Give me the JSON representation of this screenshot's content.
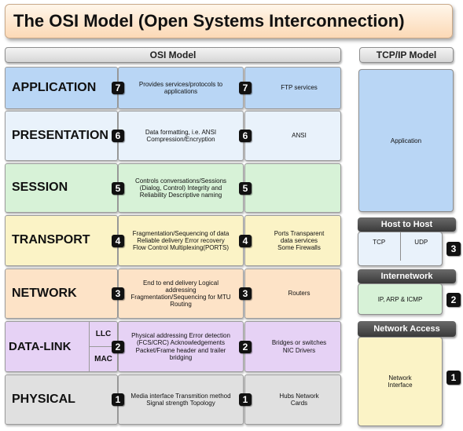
{
  "title": "The OSI Model (Open Systems Interconnection)",
  "headers": {
    "osi": "OSI Model",
    "tcpip": "TCP/IP Model"
  },
  "layers": [
    {
      "name": "APPLICATION",
      "number": "7",
      "description": "Provides services/protocols to applications",
      "examples": "FTP services",
      "color": "#b9d6f5"
    },
    {
      "name": "PRESENTATION",
      "number": "6",
      "description": "Data formatting, i.e. ANSI Compression/Encryption",
      "examples": "ANSI",
      "color": "#e9f2fb"
    },
    {
      "name": "SESSION",
      "number": "5",
      "description": "Controls conversations/Sessions (Dialog, Control) Integrity and Reliability Descriptive naming",
      "examples": "",
      "color": "#d7f2d7"
    },
    {
      "name": "TRANSPORT",
      "number": "4",
      "description": "Fragmentation/Sequencing of data Reliable delivery Error recovery Flow Control Multiplexing(PORTS)",
      "examples": "Ports Transparent data services Some Firewalls",
      "color": "#fbf3c6"
    },
    {
      "name": "NETWORK",
      "number": "3",
      "description": "End to end delivery Logical addressing Fragmentation/Sequencing for MTU Routing",
      "examples": "Routers",
      "color": "#fde3c7"
    },
    {
      "name": "DATA-LINK",
      "number": "2",
      "sublayers": [
        "LLC",
        "MAC"
      ],
      "description": "Physical addressing Error detection (FCS/CRC) Acknowledgements Packet/Frame header and trailer bridging",
      "examples": "Bridges or switches NIC Drivers",
      "color": "#e6d2f5"
    },
    {
      "name": "PHYSICAL",
      "number": "1",
      "description": "Media interface Transmition method Signal strength Topology",
      "examples": "Hubs Network Cards",
      "color": "#e0e0e0"
    }
  ],
  "tcpip": {
    "application": {
      "label": "Application",
      "color": "#b9d6f5"
    },
    "host_to_host": {
      "header": "Host to Host",
      "tcp": "TCP",
      "udp": "UDP",
      "number": "3",
      "color": "#e9f2fb"
    },
    "internetwork": {
      "header": "Internetwork",
      "label": "IP, ARP & ICMP",
      "number": "2",
      "color": "#d7f2d7"
    },
    "network_access": {
      "header": "Network Access",
      "label": "Network Interface",
      "number": "1",
      "color": "#fbf3c6"
    }
  }
}
